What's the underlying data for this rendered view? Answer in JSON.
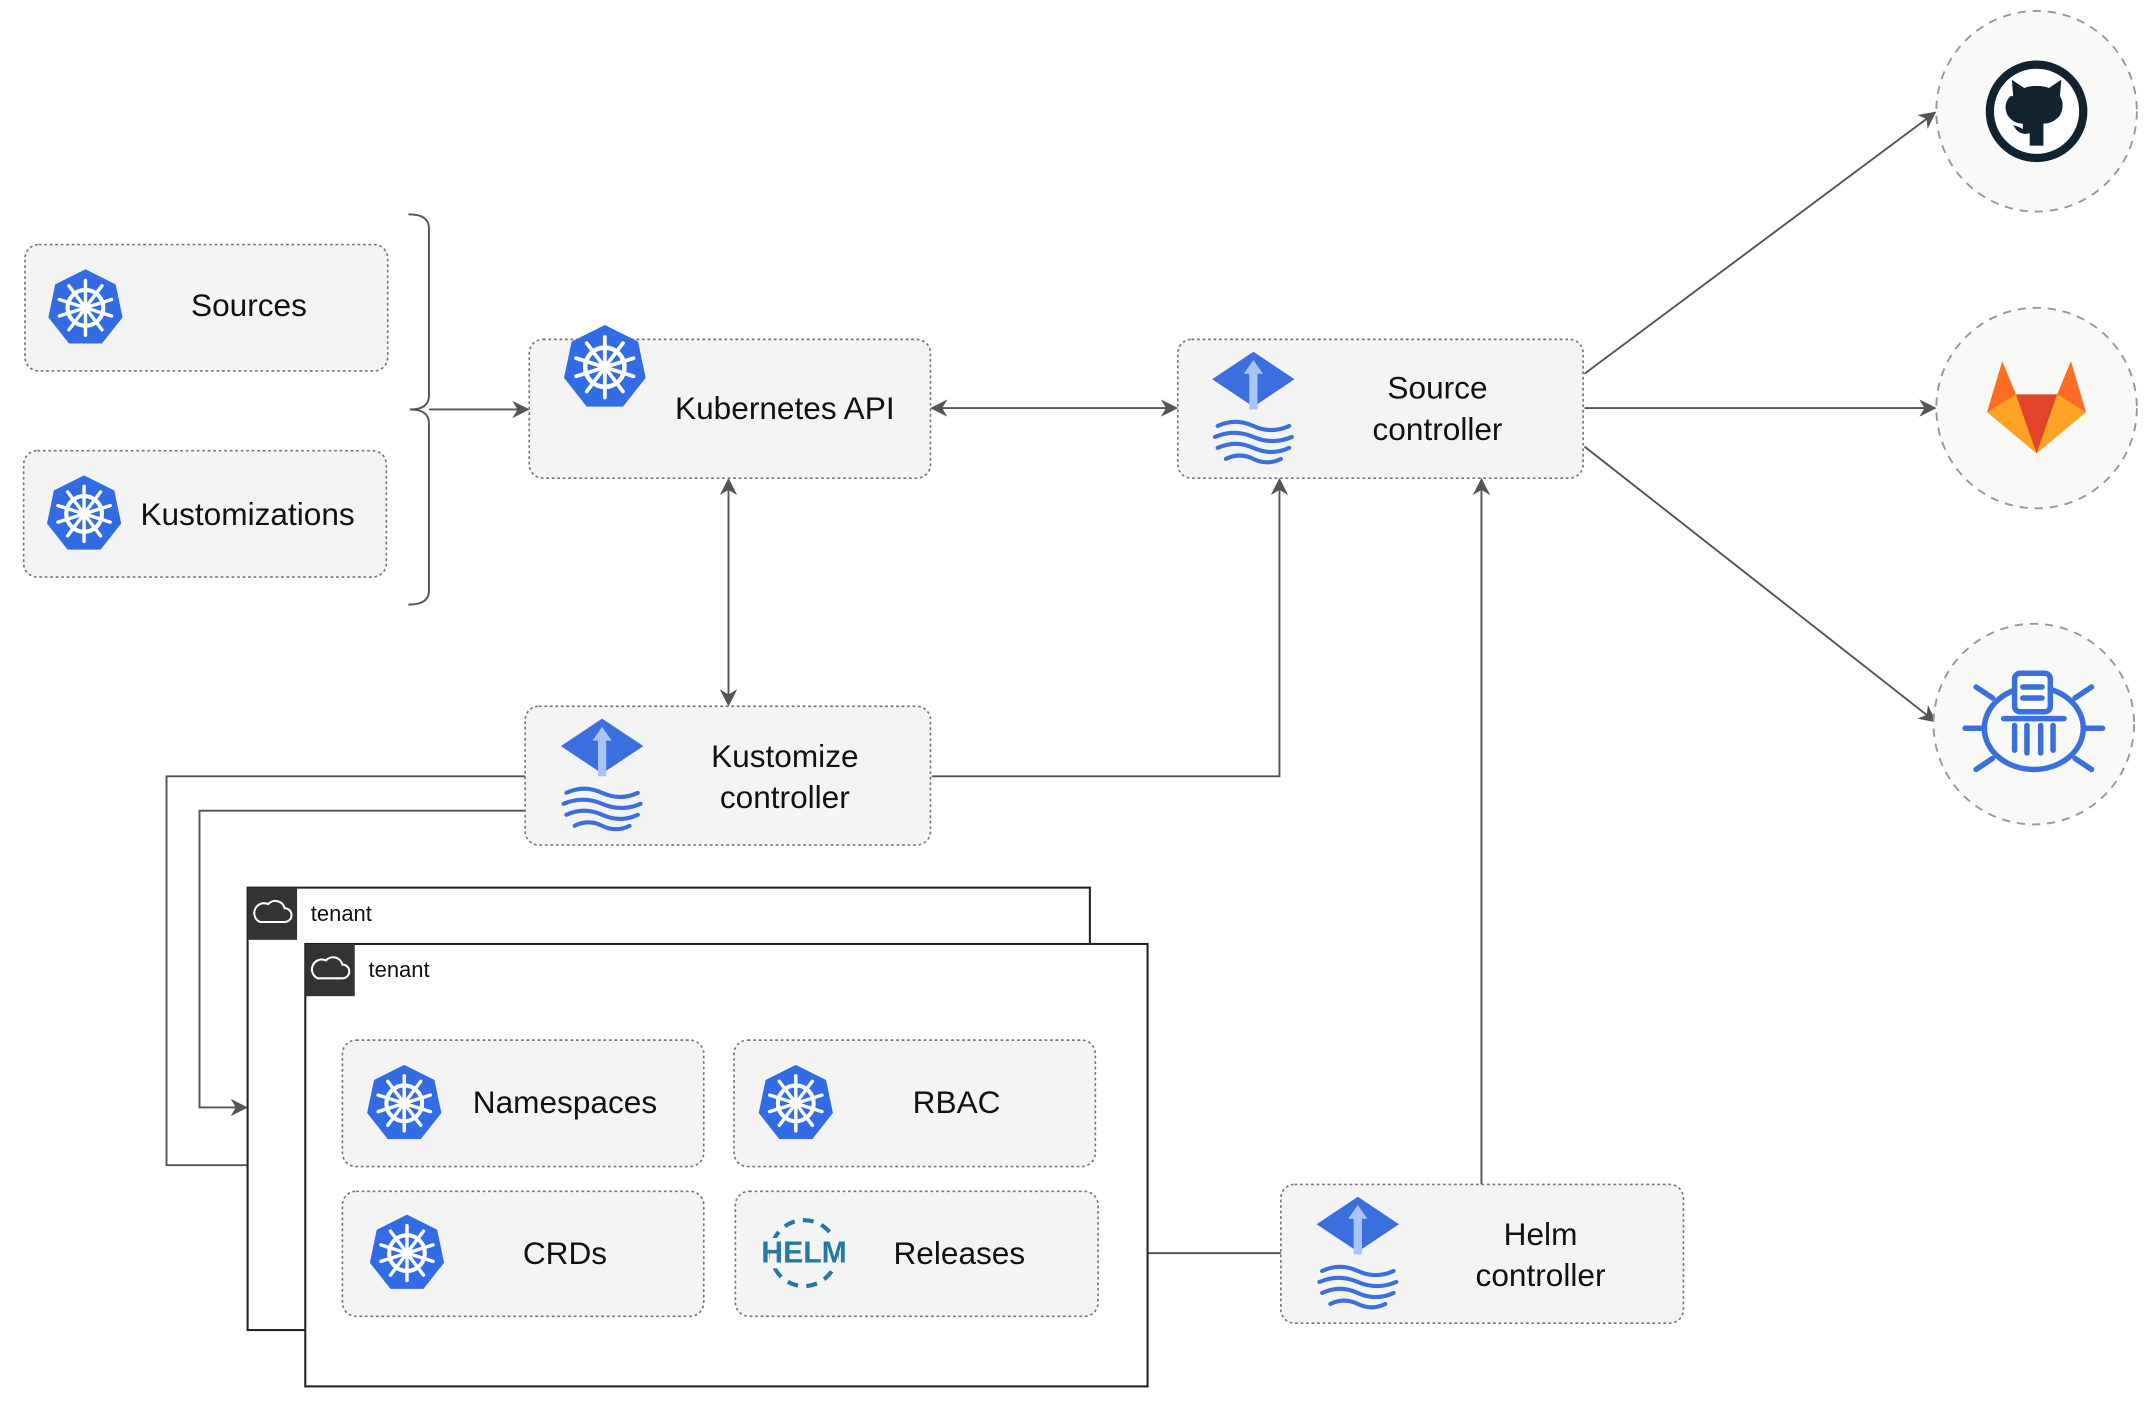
{
  "nodes": {
    "sources": "Sources",
    "kustomizations": "Kustomizations",
    "kubernetes_api": "Kubernetes API",
    "source_controller": [
      "Source",
      "controller"
    ],
    "kustomize_controller": [
      "Kustomize",
      "controller"
    ],
    "helm_controller": [
      "Helm",
      "controller"
    ],
    "namespaces": "Namespaces",
    "rbac": "RBAC",
    "crds": "CRDs",
    "releases": "Releases",
    "helm_logo": "HELM"
  },
  "tenants": [
    "tenant",
    "tenant"
  ],
  "external_sources": [
    "github-icon",
    "gitlab-icon",
    "bucket-icon"
  ],
  "colors": {
    "k8s_blue": "#326ce5",
    "flux_blue": "#3b6fe0",
    "github": "#12222f",
    "gitlab_red": "#e24329",
    "gitlab_orange": "#fca326",
    "helm": "#277a9f"
  }
}
